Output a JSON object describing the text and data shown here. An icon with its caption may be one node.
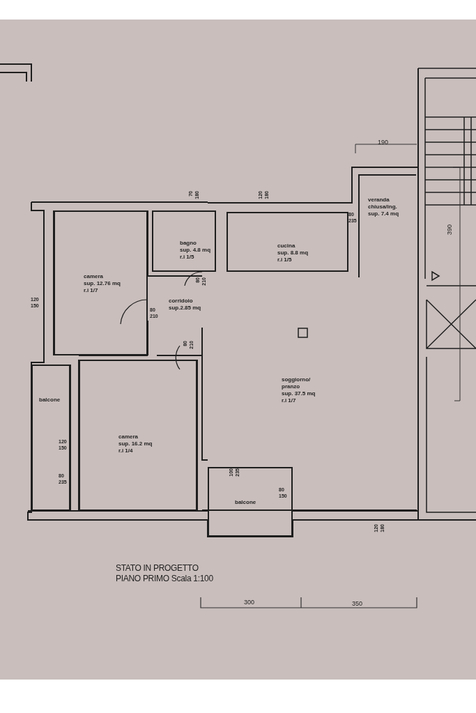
{
  "diagram": {
    "nodes": [
      {
        "text": [
          "camera",
          "sup. 12.76 mq",
          "r.i 1/7"
        ]
      },
      {
        "text": [
          "bagno",
          "sup. 4.8 mq",
          "r.i 1/5"
        ]
      },
      {
        "text": [
          "cucina",
          "sup. 8.8 mq",
          "r.i 1/5"
        ]
      },
      {
        "text": [
          "veranda chiusa/ing.",
          "sup. 7.4 mq"
        ]
      },
      {
        "text": [
          "corridoio",
          "sup.2.85 mq"
        ]
      },
      {
        "text": [
          "soggiorno/ pranzo",
          "sup. 37.5 mq",
          "r.i 1/7"
        ]
      },
      {
        "text": [
          "balcone"
        ]
      },
      {
        "text": [
          "camera",
          "sup. 16.2 mq",
          "r.i 1/4"
        ]
      },
      {
        "text": [
          "balcone"
        ]
      }
    ],
    "edges": [],
    "labels": [
      "190",
      "70",
      "180",
      "120",
      "180",
      "390",
      "80",
      "235",
      "80",
      "210",
      "80",
      "210",
      "120",
      "150",
      "80",
      "210",
      "120",
      "150",
      "80",
      "235",
      "100",
      "235",
      "80",
      "150",
      "120",
      "180",
      "STATO IN PROGETTO",
      "PIANO PRIMO Scala 1:100",
      "300",
      "350"
    ]
  }
}
